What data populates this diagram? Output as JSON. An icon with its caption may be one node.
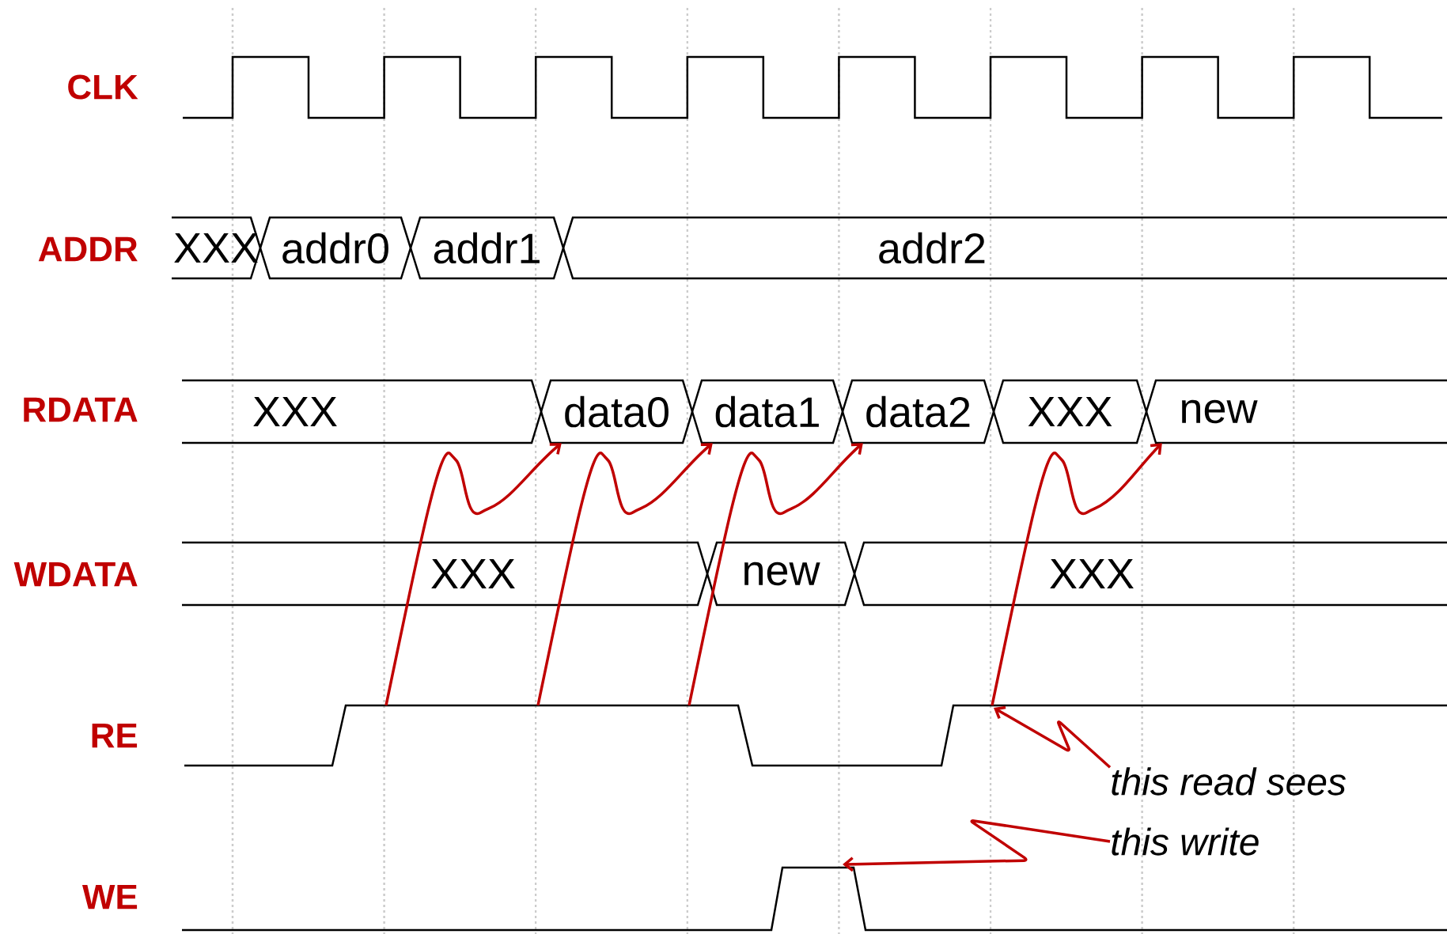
{
  "diagram": {
    "nodes": [
      {
        "text": [
          "XXX"
        ]
      },
      {
        "text": [
          "addr0"
        ]
      },
      {
        "text": [
          "addr1"
        ]
      },
      {
        "text": [
          "addr2"
        ]
      },
      {
        "text": [
          "XXX"
        ]
      },
      {
        "text": [
          "data0"
        ]
      },
      {
        "text": [
          "data1"
        ]
      },
      {
        "text": [
          "data2"
        ]
      },
      {
        "text": [
          "XXX"
        ]
      },
      {
        "text": [
          "new"
        ]
      },
      {
        "text": [
          "XXX"
        ]
      },
      {
        "text": [
          "new"
        ]
      },
      {
        "text": [
          "XXX"
        ]
      },
      {
        "text": [
          "this read sees"
        ]
      },
      {
        "text": [
          "this write"
        ]
      }
    ],
    "edges": [
      {
        "from": null,
        "to": 5,
        "arrow": "to"
      },
      {
        "from": null,
        "to": 6,
        "arrow": "to"
      },
      {
        "from": null,
        "to": 7,
        "arrow": "to"
      },
      {
        "from": null,
        "to": 9,
        "arrow": "to"
      },
      {
        "from": 13,
        "to": null,
        "arrow": "to"
      },
      {
        "from": 14,
        "to": null,
        "arrow": "to"
      }
    ],
    "labels": [
      "CLK",
      "ADDR",
      "RDATA",
      "WDATA",
      "RE",
      "WE"
    ]
  }
}
